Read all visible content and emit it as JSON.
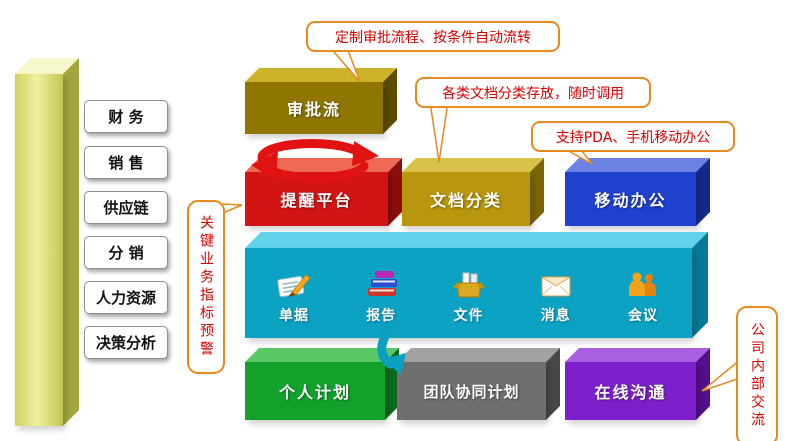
{
  "diagram": {
    "erp_modules": [
      {
        "label": "财 务"
      },
      {
        "label": "销 售"
      },
      {
        "label": "供应链"
      },
      {
        "label": "分 销"
      },
      {
        "label": "人力资源"
      },
      {
        "label": "决策分析"
      }
    ],
    "callouts": {
      "kpi": {
        "text": "关键业务指标预警"
      },
      "approval": {
        "text": "定制审批流程、按条件自动流转"
      },
      "documents": {
        "text": "各类文档分类存放，随时调用"
      },
      "mobile": {
        "text": "支持PDA、手机移动办公"
      },
      "internal": {
        "text": "公司内部交流"
      }
    },
    "boxes": {
      "approval_flow": {
        "label": "审批流",
        "color": "#8e7600"
      },
      "reminder": {
        "label": "提醒平台",
        "color": "#d31414"
      },
      "doc_category": {
        "label": "文档分类",
        "color": "#b8960e"
      },
      "mobile_office": {
        "label": "移动办公",
        "color": "#1e41cf"
      },
      "personal_plan": {
        "label": "个人计划",
        "color": "#13a12c"
      },
      "team_plan": {
        "label": "团队协同计划",
        "color": "#6f6f6f"
      },
      "online_chat": {
        "label": "在线沟通",
        "color": "#7d1fca"
      }
    },
    "workbar": {
      "color": "#0ba2c4",
      "items": [
        {
          "label": "单据",
          "icon": "note-pencil-icon"
        },
        {
          "label": "报告",
          "icon": "books-icon"
        },
        {
          "label": "文件",
          "icon": "file-box-icon"
        },
        {
          "label": "消息",
          "icon": "envelope-icon"
        },
        {
          "label": "会议",
          "icon": "people-icon"
        }
      ]
    }
  }
}
